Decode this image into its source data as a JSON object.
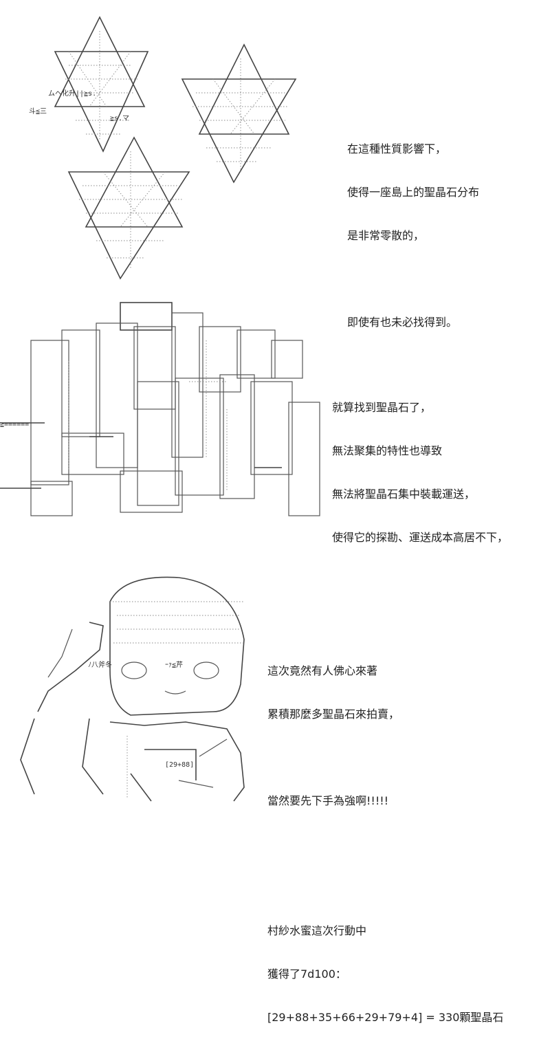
{
  "section1": {
    "lines": [
      "在這種性質影響下，",
      "使得一座島上的聖晶石分布",
      "是非常零散的，"
    ],
    "line_after_gap": "即使有也未必找得到。"
  },
  "section2": {
    "lines": [
      "就算找到聖晶石了，",
      "無法聚集的特性也導致",
      "無法將聖晶石集中裝載運送，",
      "使得它的探勘、運送成本高居不下，"
    ]
  },
  "section3": {
    "para1": [
      "這次竟然有人佛心來著",
      "累積那麼多聖晶石來拍賣，"
    ],
    "para2": [
      "當然要先下手為強啊!!!!!"
    ],
    "para3": [
      "村紗水蜜這次行動中",
      "獲得了7d100：",
      "[29+88+35+66+29+79+4] = 330顆聖晶石"
    ]
  },
  "art_glyphs": {
    "crystal_label_a": "斗≦三",
    "crystal_label_b": "≧s.マ",
    "crystal_label_c": "ムヘ化升||≧s.",
    "rock_label": "≧======",
    "char_label_a": "ﾉ八斧冬",
    "char_label_b": "ｰｧ≦芹",
    "char_label_c": "[29+88]"
  }
}
